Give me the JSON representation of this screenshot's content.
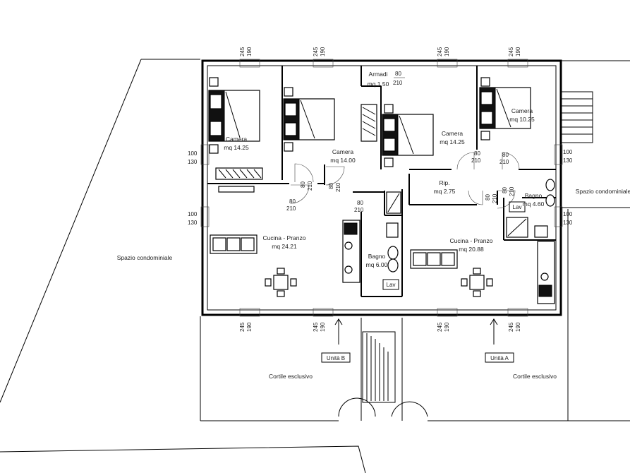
{
  "rooms": {
    "camera_1": {
      "name": "Camera",
      "area": "mq 14.25"
    },
    "camera_2": {
      "name": "Camera",
      "area": "mq 14.00"
    },
    "camera_3": {
      "name": "Camera",
      "area": "mq 14.25"
    },
    "camera_4": {
      "name": "Camera",
      "area": "mq 10.25"
    },
    "armadi": {
      "name": "Armadi",
      "area": "mq 1.50"
    },
    "rip": {
      "name": "Rip.",
      "area": "mq 2.75"
    },
    "bagno_a": {
      "name": "Bagno",
      "area": "mq 4.60"
    },
    "bagno_b": {
      "name": "Bagno",
      "area": "mq 6.00"
    },
    "cucina_b": {
      "name": "Cucina - Pranzo",
      "area": "mq 24.21"
    },
    "cucina_a": {
      "name": "Cucina - Pranzo",
      "area": "mq 20.88"
    }
  },
  "outdoor": {
    "spazio_left": "Spazio condominiale",
    "spazio_right": "Spazio condominiale",
    "cortile_b": "Cortile esclusivo",
    "cortile_a": "Cortile esclusivo"
  },
  "units": {
    "a": "Unità A",
    "b": "Unità B"
  },
  "fixtures": {
    "lav": "Lav"
  },
  "dims": {
    "window_w": "245",
    "window_h": "190",
    "side_w": "100",
    "side_h": "130",
    "door_w": "80",
    "door_h": "210"
  }
}
